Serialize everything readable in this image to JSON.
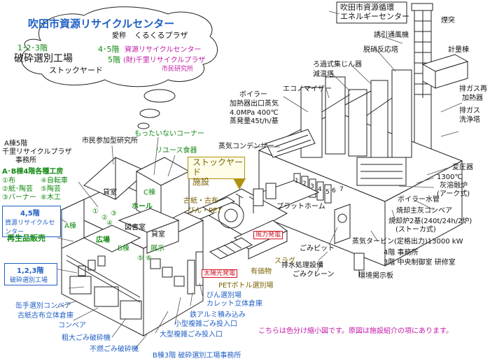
{
  "cloud": {
    "title": "吹田市資源リサイクルセンター",
    "nick_prefix": "愛称",
    "nickname": "くるくるプラザ",
    "f123": "1･2･3階",
    "f123_name": "破砕選別工場",
    "f123_sub": "ストックヤード",
    "f45": "4･5階",
    "f45_name": "資源リサイクルセンター",
    "f5": "5階",
    "f5_name": "(財)千里リサイクルプラザ",
    "f5_sub": "市民研究所"
  },
  "energy": {
    "title_1": "吹田市資源循環",
    "title_2": "エネルギーセンター"
  },
  "labels_left": {
    "a5_1": "A棟5階",
    "a5_2": "千里リサイクルプラザ",
    "a5_3": "事務所",
    "workshops": "A･B棟4階各種工房",
    "w1": "①布",
    "w2": "②紙･陶芸",
    "w3": "③バーナー",
    "w4": "④自転車",
    "w5": "⑤陶芸",
    "w6": "⑥木工",
    "f45_floor": "4,5階",
    "f45_center": "資源リサイクルセンター",
    "resale": "再生品販売",
    "f123_floor": "1,2,3階",
    "f123_plant": "破砕選別工場",
    "can_conveyor": "缶手選別コンベア",
    "cloth_depot": "古紙古布立体倉庫",
    "conveyor": "コンベア",
    "coarse_crusher": "粗大ごみ破砕機",
    "noncomb_crusher": "不燃ごみ破砕機",
    "b3_office": "B棟3階 破砕選別工場事務所"
  },
  "labels_building": {
    "citizen_lab": "市民参加型研究所",
    "mottainai": "もったいないコーナー",
    "reuse": "リユース食器",
    "lounge": "貸室",
    "c_wing": "C棟",
    "hall": "ホール",
    "a_wing": "A棟",
    "library": "図書室",
    "lounge2": "貸室",
    "plaza": "広場",
    "b_wing": "B棟",
    "exhibit": "展示",
    "m1": "①",
    "m2": "②",
    "m3": "③",
    "m4": "④",
    "m5": "⑤",
    "m6": "⑥"
  },
  "labels_center": {
    "stockyard_1": "ストックヤード",
    "stockyard_2": "施設",
    "paper_pet": "古紙・古布",
    "pin_pet": "びん・PET",
    "wind": "風力発電",
    "solar": "太陽光発電",
    "organic": "有価物",
    "slag": "スラグ",
    "pet_plant": "PETボトル選別場",
    "bottle_1": "びん選別場",
    "bottle_2": "カレット立体倉庫",
    "alu": "鉄アルミ積み込み",
    "small_input": "小型複雑ごみ投入口",
    "large_input": "大型複雑ごみ投入口"
  },
  "labels_right": {
    "chimney": "煙突",
    "fan": "誘引通風機",
    "denox": "脱硝反応塔",
    "meter": "計量棟",
    "bagfilter": "ろ過式集じん器",
    "cooler": "減温塔",
    "heater_1": "排ガス再",
    "heater_2": "加熱器",
    "economizer": "エコノマイザー",
    "scrubber_1": "排ガス",
    "scrubber_2": "洗浄塔",
    "boiler_1": "ボイラー",
    "boiler_2": "加熱器出口蒸気",
    "boiler_3": "4.0MPa 400℃",
    "boiler_4": "蒸発量45t/h/基",
    "condenser": "蒸気コンデンサー",
    "transformer": "変圧器",
    "ash_1": "1300℃",
    "ash_2": "灰溶融炉",
    "ash_3": "(アーク式)",
    "boiler_tube": "ボイラー水管",
    "conveyor": "焼却主灰コンベア",
    "platform": "プラットホーム",
    "furnace_1": "焼却炉2基(240t/24h/2炉)",
    "furnace_2": "(ストーカ式)",
    "turbine": "蒸気タービン(定格出力)13000 kW",
    "pit": "ごみピット",
    "wastewater": "排水処理設備",
    "crane": "ごみクレーン",
    "floor4": "4階 事務所",
    "floor3": "3階 中央制御室 研修室",
    "sign": "環境掲示板",
    "n1": "1",
    "n2": "2",
    "n3": "3",
    "n4": "4",
    "n5": "5",
    "n6": "6",
    "n7": "7"
  },
  "note": "こちらは色分け縮小図です。原図は施設紹介の項にあります。"
}
